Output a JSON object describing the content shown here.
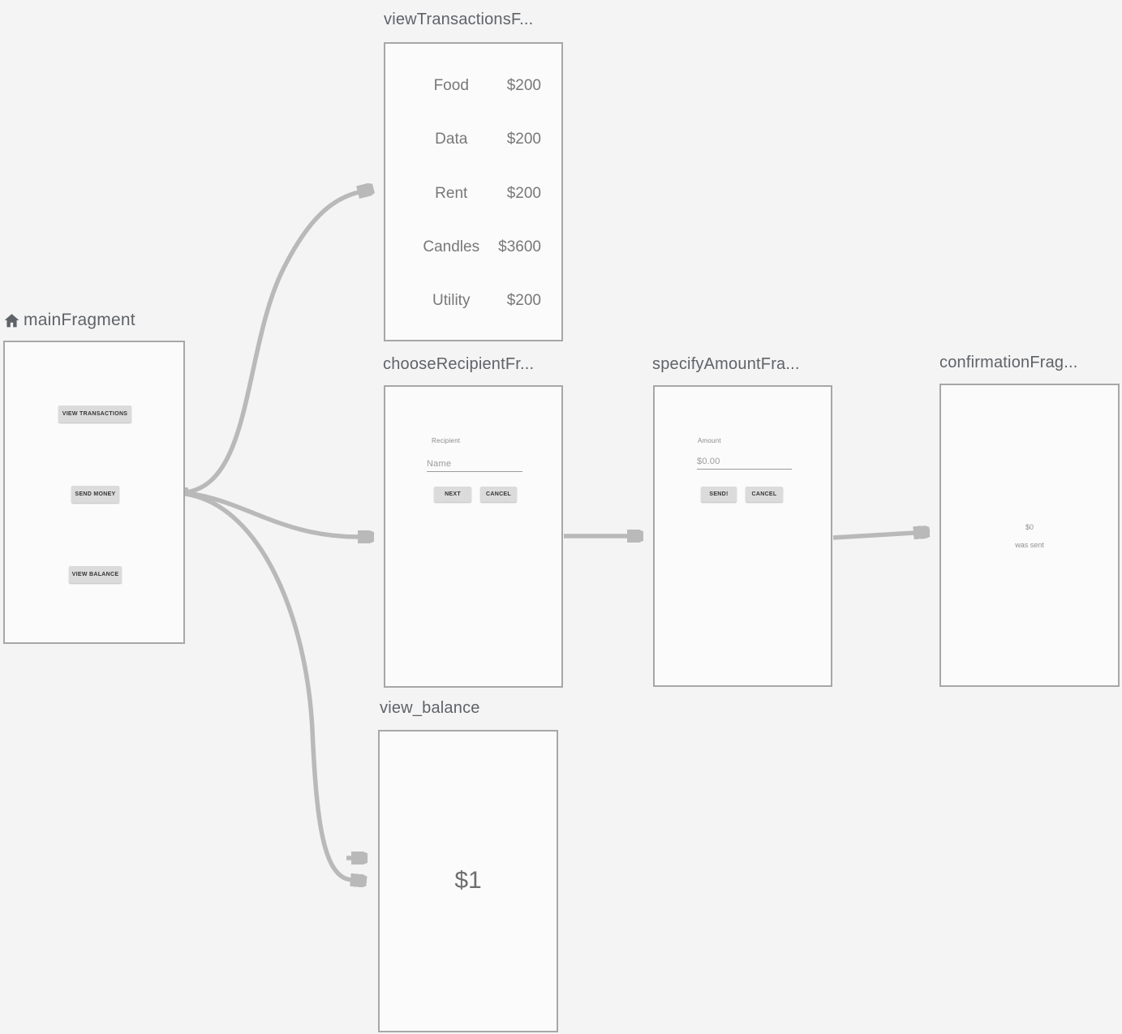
{
  "colors": {
    "background": "#f4f4f4",
    "card_fill": "#fbfbfb",
    "card_border": "#a7a7a7",
    "arrow": "#b9b9b9",
    "title_text": "#5f6368",
    "content_text": "#787878",
    "button_fill": "#dbdbdb",
    "button_text": "#353535"
  },
  "fragments": {
    "main": {
      "title": "mainFragment",
      "view_transactions_button": "VIEW TRANSACTIONS",
      "send_money_button": "SEND MONEY",
      "view_balance_button": "VIEW BALANCE"
    },
    "view_transactions": {
      "title": "viewTransactionsF...",
      "rows": [
        {
          "label": "Food",
          "amount": "$200"
        },
        {
          "label": "Data",
          "amount": "$200"
        },
        {
          "label": "Rent",
          "amount": "$200"
        },
        {
          "label": "Candles",
          "amount": "$3600"
        },
        {
          "label": "Utility",
          "amount": "$200"
        }
      ]
    },
    "choose_recipient": {
      "title": "chooseRecipientFr...",
      "field_label": "Recipient",
      "field_placeholder": "Name",
      "next_button": "NEXT",
      "cancel_button": "CANCEL"
    },
    "specify_amount": {
      "title": "specifyAmountFra...",
      "field_label": "Amount",
      "field_placeholder": "$0.00",
      "send_button": "SEND!",
      "cancel_button": "CANCEL"
    },
    "confirmation": {
      "title": "confirmationFrag...",
      "amount": "$0",
      "message": "was sent"
    },
    "view_balance": {
      "title": "view_balance",
      "balance": "$1"
    }
  }
}
